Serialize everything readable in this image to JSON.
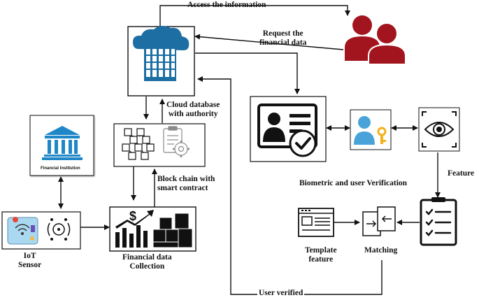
{
  "labels": {
    "access_info": "Access the information",
    "request_line1": "Request the",
    "request_line2": "financial data",
    "cloud_line1": "Cloud database",
    "cloud_line2": "with authority",
    "blockchain_line1": "Block chain with",
    "blockchain_line2": "smart contract",
    "financial_institution": "Financial Institution",
    "iot_line1": "IoT",
    "iot_line2": "Sensor",
    "collection_line1": "Financial data",
    "collection_line2": "Collection",
    "biometric": "Biometric and user Verification",
    "feature": "Feature",
    "template_line1": "Template",
    "template_line2": "feature",
    "matching": "Matching",
    "user_verified": "User verified"
  },
  "colors": {
    "users": "#a3151e",
    "cloud": "#1d6fa3",
    "institution": "#1f86c7",
    "keyuser": "#4aa3d8",
    "key": "#f2b31a",
    "iot_panel": "#a9d8f0",
    "line": "#111111"
  },
  "icons": {
    "users": "users-group-icon",
    "cloud": "cloud-server-icon",
    "blockchain": "blockchain-cubes-icon",
    "contract": "contract-gear-icon",
    "institution": "bank-building-icon",
    "iot": "iot-sensor-icon",
    "collection": "financial-growth-icon",
    "idcard": "id-card-verified-icon",
    "keyuser": "user-key-icon",
    "eye": "eye-scan-icon",
    "checklist": "checklist-icon",
    "template": "template-window-icon",
    "matching": "matching-arrows-icon"
  }
}
